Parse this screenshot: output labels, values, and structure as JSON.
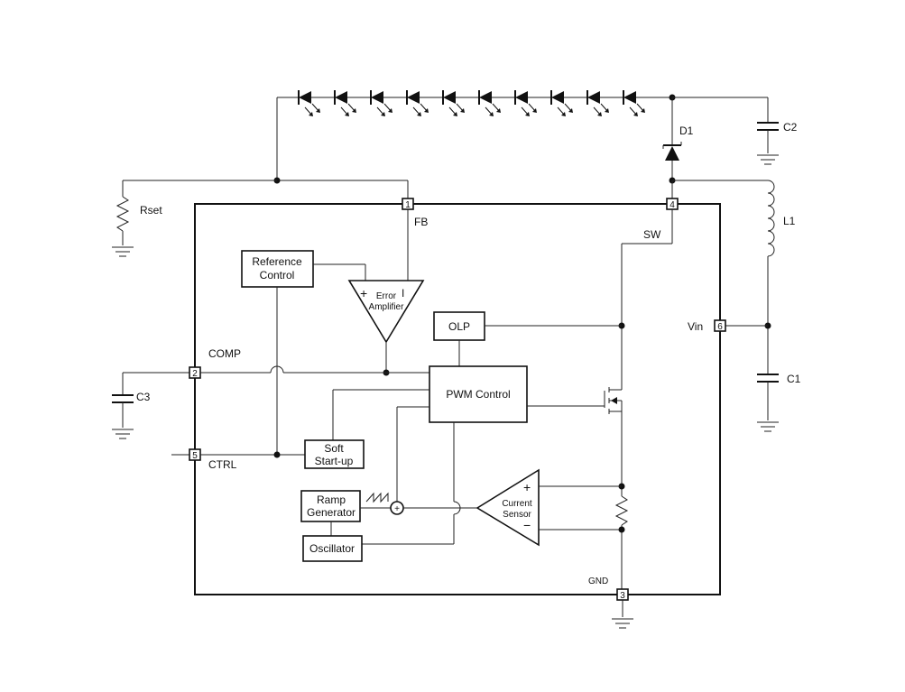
{
  "blocks": {
    "reference_control": [
      "Reference",
      "Control"
    ],
    "error_amplifier": [
      "Error",
      "Amplifier"
    ],
    "olp": "OLP",
    "pwm_control": "PWM Control",
    "soft_startup": [
      "Soft",
      "Start-up"
    ],
    "ramp_generator": [
      "Ramp",
      "Generator"
    ],
    "oscillator": "Oscillator",
    "current_sensor": [
      "Current",
      "Sensor"
    ]
  },
  "pins": {
    "p1": {
      "number": "1",
      "label": "FB"
    },
    "p2": {
      "number": "2",
      "label": "COMP"
    },
    "p3": {
      "number": "3",
      "label": "GND"
    },
    "p4": {
      "number": "4",
      "label": "SW"
    },
    "p5": {
      "number": "5",
      "label": "CTRL"
    },
    "p6": {
      "number": "6",
      "label": "Vin"
    }
  },
  "components": {
    "rset": "Rset",
    "c1": "C1",
    "c2": "C2",
    "c3": "C3",
    "d1": "D1",
    "l1": "L1"
  },
  "symbols": {
    "plus": "+",
    "minus": "−",
    "summer_plus": "+",
    "amp_plus": "+",
    "amp_minus": "I"
  },
  "led_count": 10
}
